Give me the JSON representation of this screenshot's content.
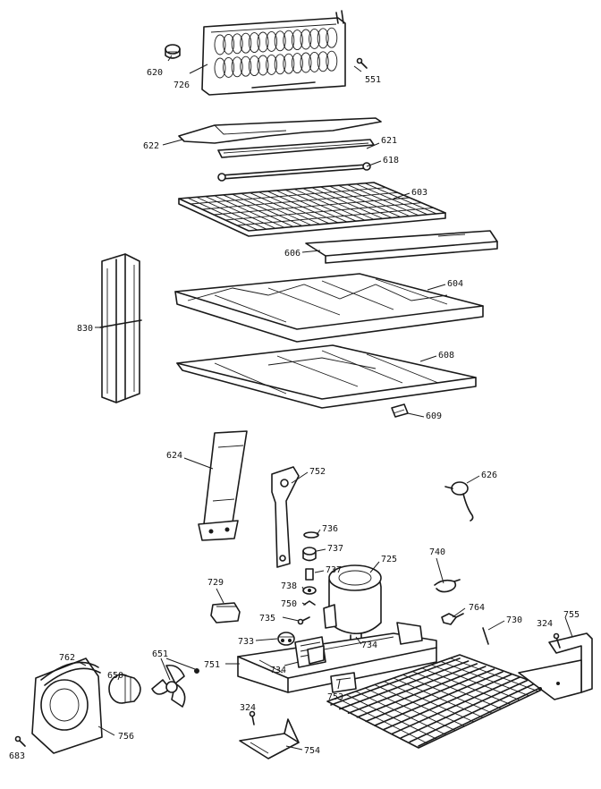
{
  "labels": {
    "p551": "551",
    "p620": "620",
    "p726": "726",
    "p622": "622",
    "p621": "621",
    "p618": "618",
    "p603": "603",
    "p606": "606",
    "p604": "604",
    "p830": "830",
    "p608": "608",
    "p609": "609",
    "p624": "624",
    "p752": "752",
    "p626": "626",
    "p736": "736",
    "p737a": "737",
    "p737b": "737",
    "p738": "738",
    "p725": "725",
    "p740": "740",
    "p729": "729",
    "p750": "750",
    "p735": "735",
    "p764": "764",
    "p730": "730",
    "p324a": "324",
    "p755": "755",
    "p733": "733",
    "p734a": "734",
    "p734b": "734",
    "p751": "751",
    "p651": "651",
    "p762": "762",
    "p650": "650",
    "p753": "753",
    "p324b": "324",
    "p756": "756",
    "p754": "754",
    "p683": "683"
  }
}
